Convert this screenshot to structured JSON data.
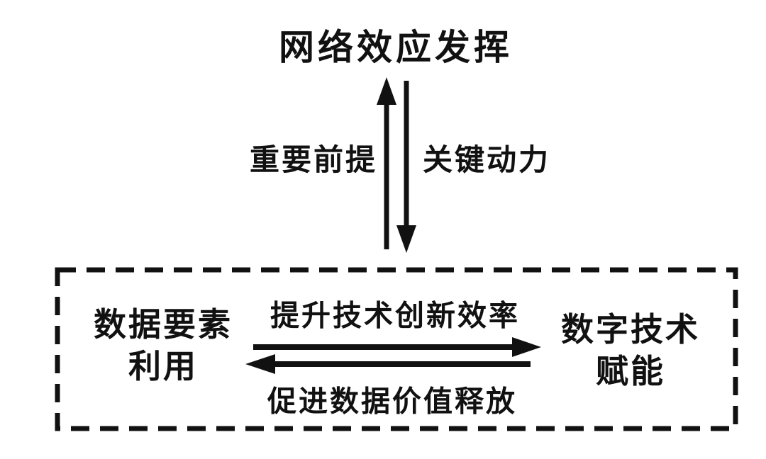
{
  "diagram": {
    "top_node": "网络效应发挥",
    "vertical_link": {
      "left_label": "重要前提",
      "right_label": "关键动力"
    },
    "dashed_box": {
      "left_node": {
        "line1": "数据要素",
        "line2": "利用"
      },
      "right_node": {
        "line1": "数字技术",
        "line2": "赋能"
      },
      "forward_arrow_label": "提升技术创新效率",
      "backward_arrow_label": "促进数据价值释放"
    },
    "colors": {
      "ink": "#111111",
      "background": "#ffffff"
    }
  }
}
